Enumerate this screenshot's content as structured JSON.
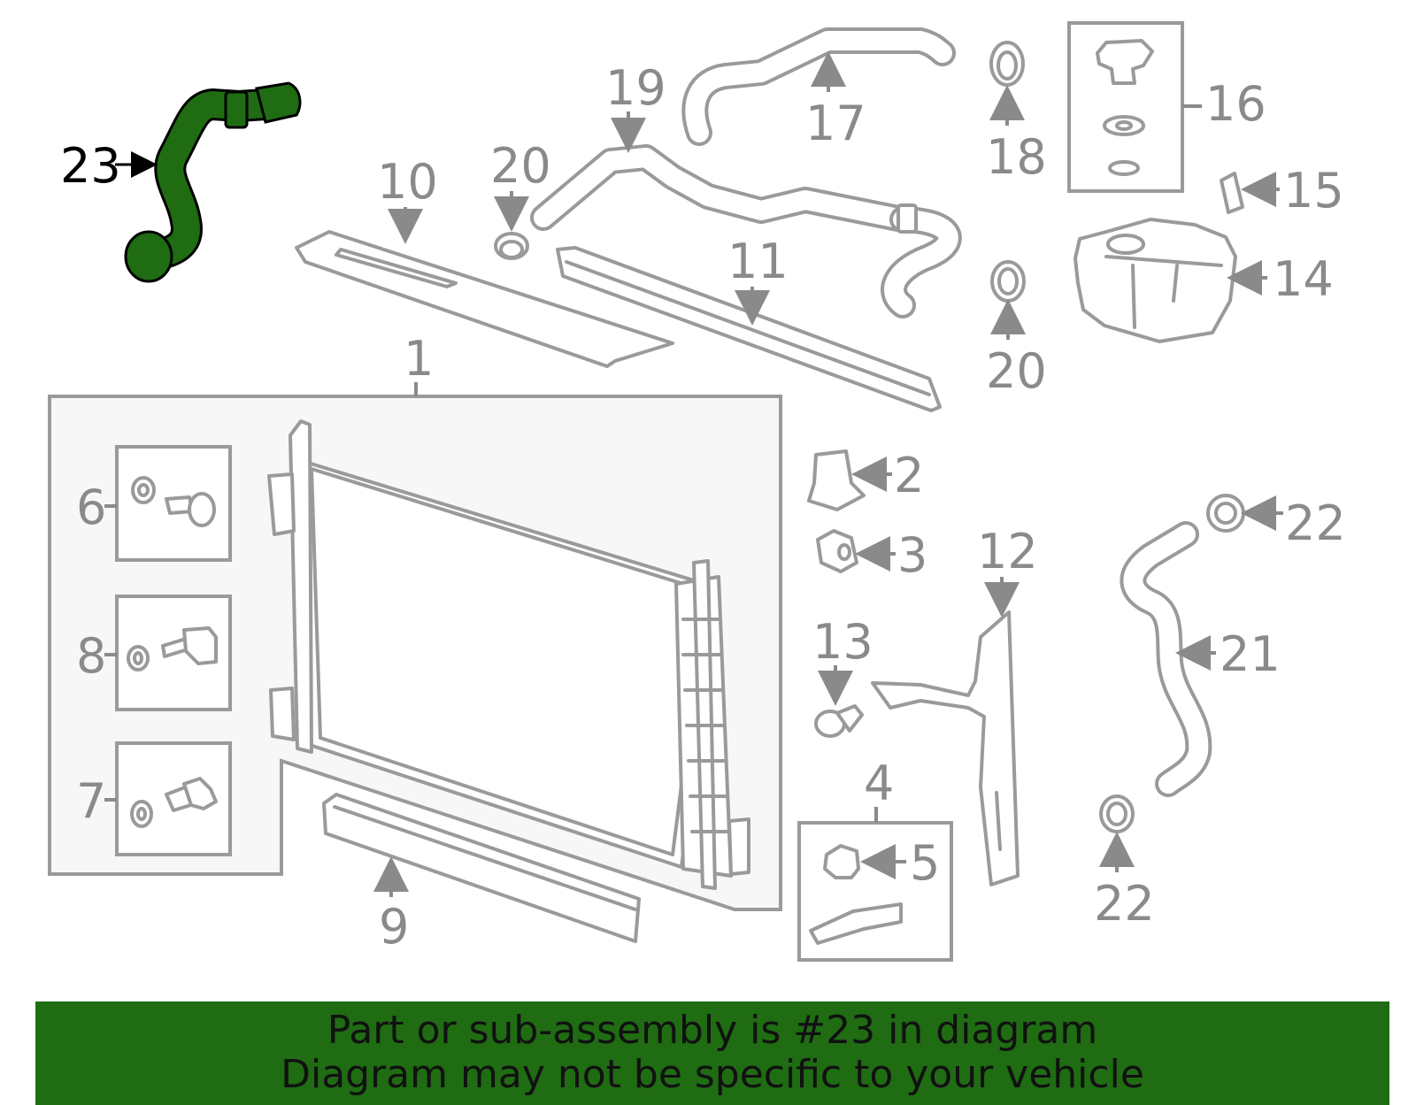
{
  "diagram": {
    "highlight_color": "#1f6c13",
    "highlighted_part": "23",
    "callouts": [
      "1",
      "2",
      "3",
      "4",
      "5",
      "6",
      "7",
      "8",
      "9",
      "10",
      "11",
      "12",
      "13",
      "14",
      "15",
      "16",
      "17",
      "18",
      "19",
      "20",
      "20",
      "21",
      "22",
      "22",
      "23"
    ]
  },
  "banner": {
    "line1": "Part or sub-assembly is #23 in diagram",
    "line2": "Diagram may not be specific to your vehicle",
    "background": "#1f6c13"
  }
}
